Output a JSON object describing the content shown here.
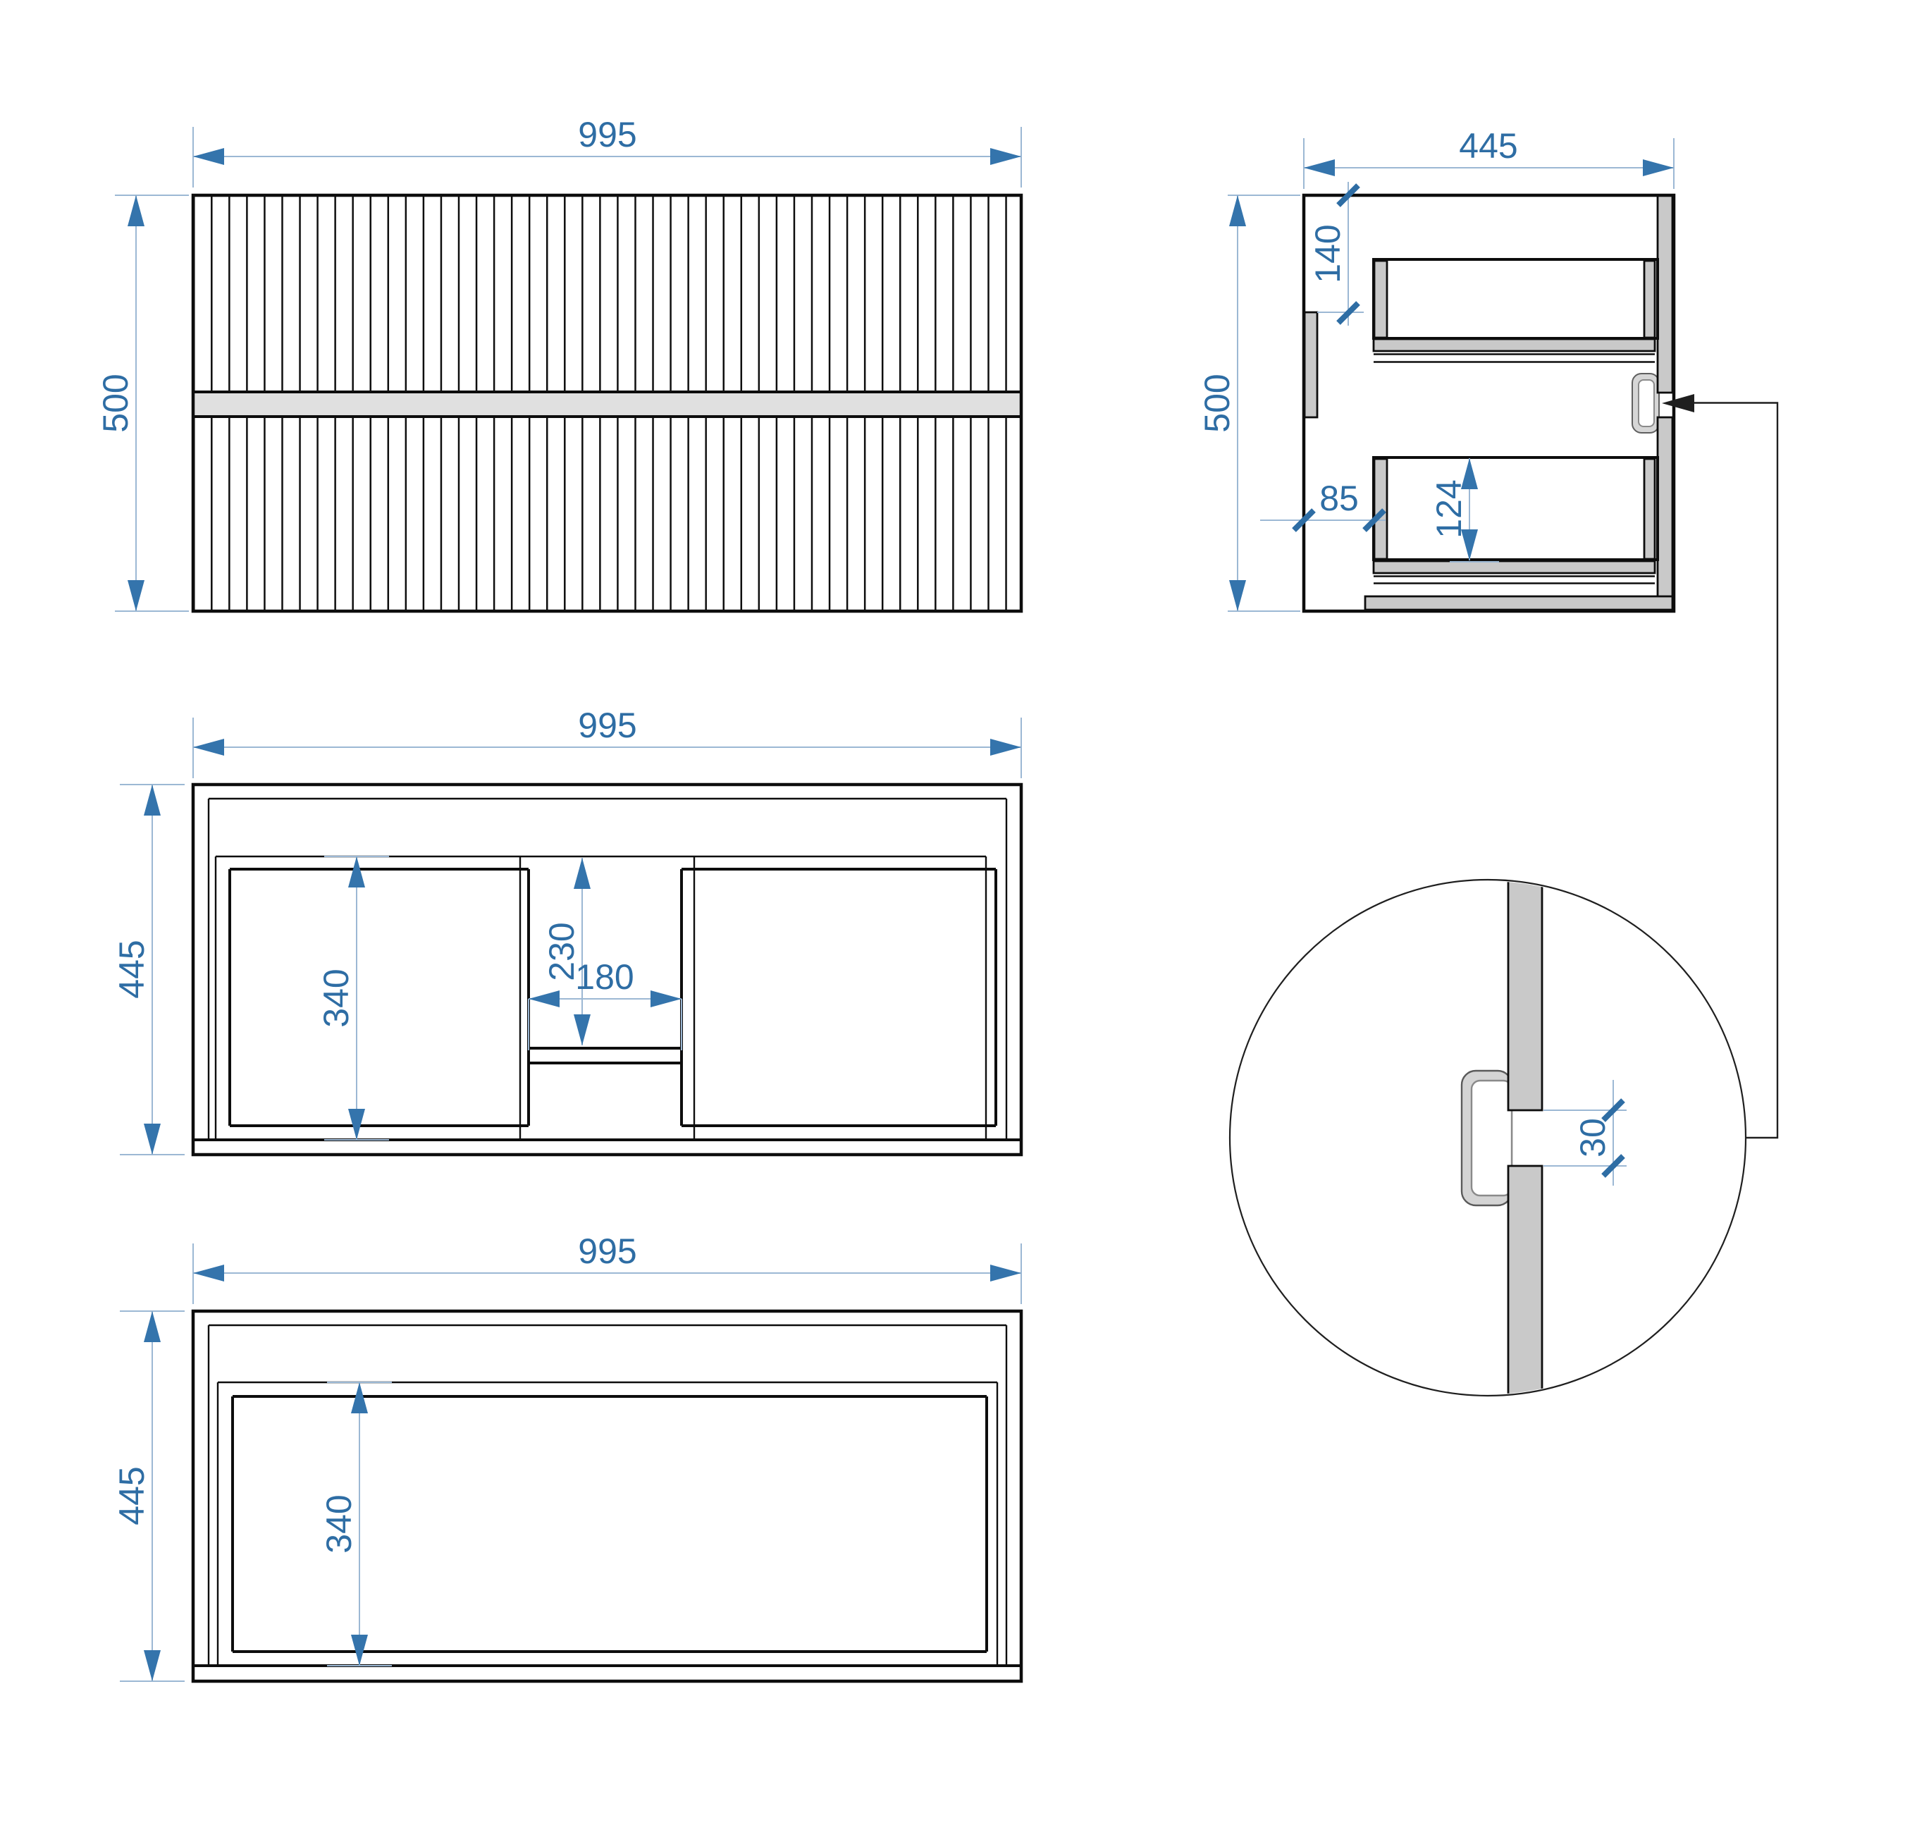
{
  "drawing": {
    "type": "furniture-technical-drawing",
    "views": {
      "front": {
        "width_label": "995",
        "height_label": "500"
      },
      "side": {
        "width_label": "445",
        "height_label": "500",
        "rail_offset_label": "140",
        "front_inset_label": "85",
        "drawer_inner_label": "124"
      },
      "plan": {
        "width_label": "995",
        "depth_label": "445",
        "cavity_depth_label": "340",
        "center_depth_label": "230",
        "center_width_label": "180"
      },
      "bottom": {
        "width_label": "995",
        "depth_label": "445",
        "cavity_depth_label": "340"
      },
      "detail": {
        "groove_width_label": "30"
      }
    },
    "colors": {
      "dimension_text": "#2e6da4",
      "dimension_line": "#9cb8d4",
      "arrow_fill": "#3474ac",
      "drawing_line": "#0d0d0d",
      "panel_gray": "#c9c9c9",
      "band_gray": "#e0e0e0"
    }
  }
}
